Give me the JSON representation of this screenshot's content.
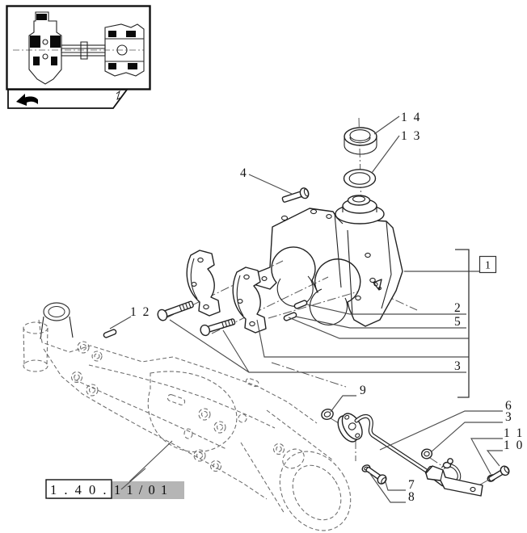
{
  "diagram": {
    "labels": {
      "l14": "1 4",
      "l13": "1 3",
      "l4": "4",
      "l1": "1",
      "l2": "2",
      "l5": "5",
      "l3a": "3",
      "l12": "1 2",
      "l9": "9",
      "l6": "6",
      "l3b": "3",
      "l11": "1 1",
      "l10": "1 0",
      "l7": "7",
      "l8": "8"
    },
    "section_code": {
      "boxed": "1 . 4 0 .",
      "suffix": "1 1 / 0 1"
    },
    "icons": {
      "nav_arrow": "back-arrow-icon",
      "thumbnail": "axle-cross-section-thumbnail"
    },
    "colors": {
      "line": "#222222",
      "leader": "#4d4d4d",
      "phantom": "#6a6a6a",
      "gray_highlight": "#b5b5b5",
      "text": "#111111"
    }
  }
}
